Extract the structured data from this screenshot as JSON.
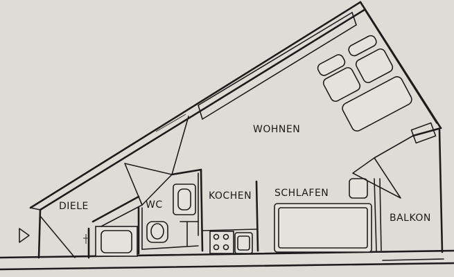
{
  "rooms": {
    "wohnen": "WOHNEN",
    "diele": "DIELE",
    "wc": "WC",
    "kochen": "KOCHEN",
    "schlafen": "SCHLAFEN",
    "balkon": "BALKON"
  },
  "colors": {
    "paper": "#dedcd6",
    "ink": "#1c1c1c"
  }
}
